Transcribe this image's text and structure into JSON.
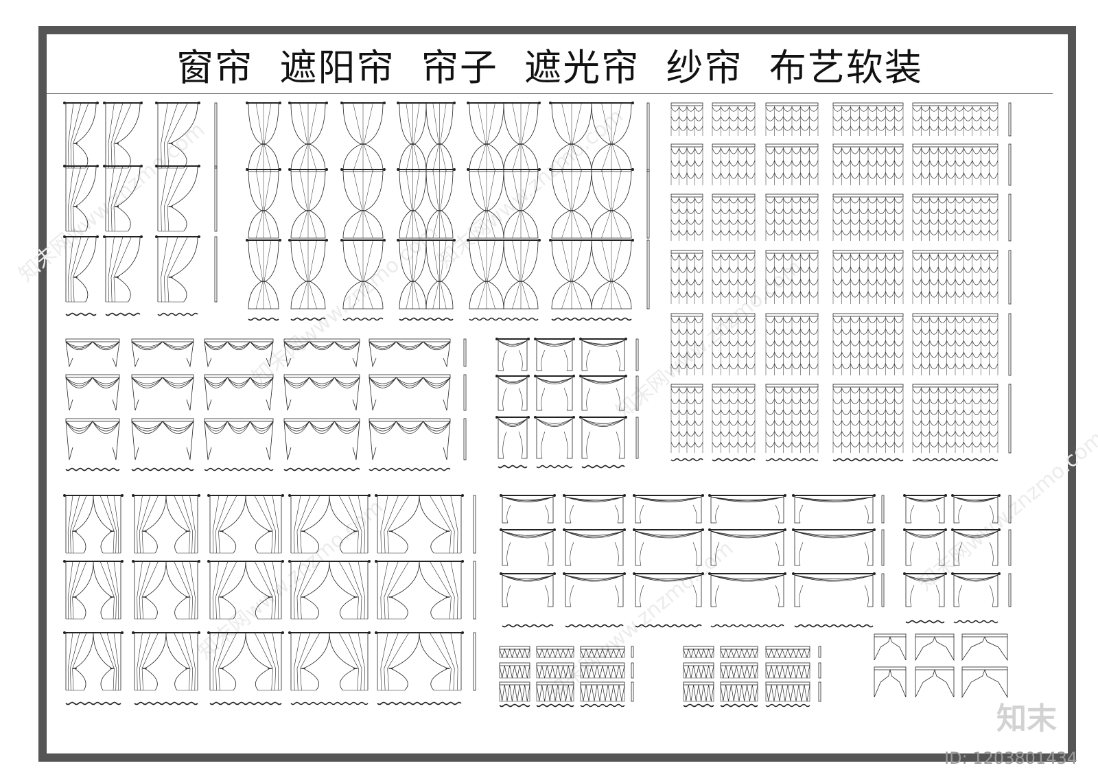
{
  "title": "窗帘  遮阳帘  帘子  遮光帘  纱帘  布艺软装",
  "watermark": "知末网www.znzmo.com",
  "logo_text": "知末",
  "id_label": "ID: 1203801434",
  "colors": {
    "frame": "#555555",
    "line": "#222222",
    "watermark": "#ececec"
  }
}
